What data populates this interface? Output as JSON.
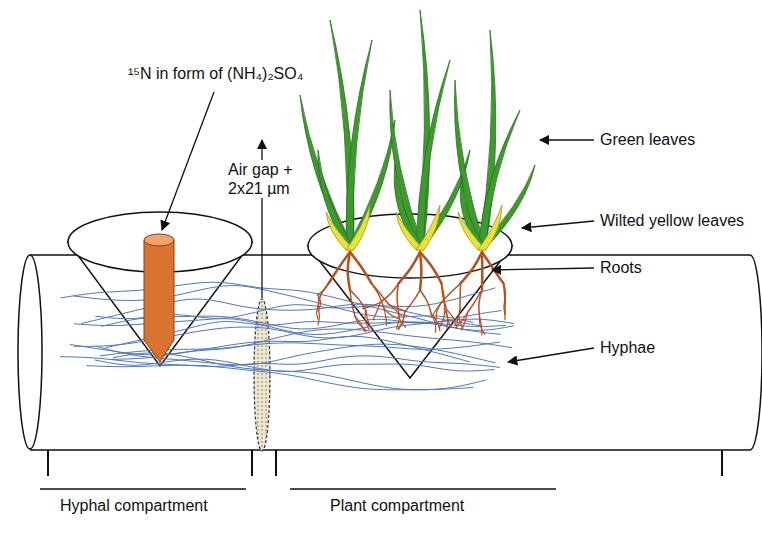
{
  "diagram": {
    "labels": [
      "¹⁵N in form of (NH₄)₂SO₄",
      "Air gap + 2x21 µm",
      "Green leaves",
      "Wilted yellow leaves",
      "Roots",
      "Hyphae",
      "Hyphal compartment",
      "Plant compartment"
    ]
  }
}
